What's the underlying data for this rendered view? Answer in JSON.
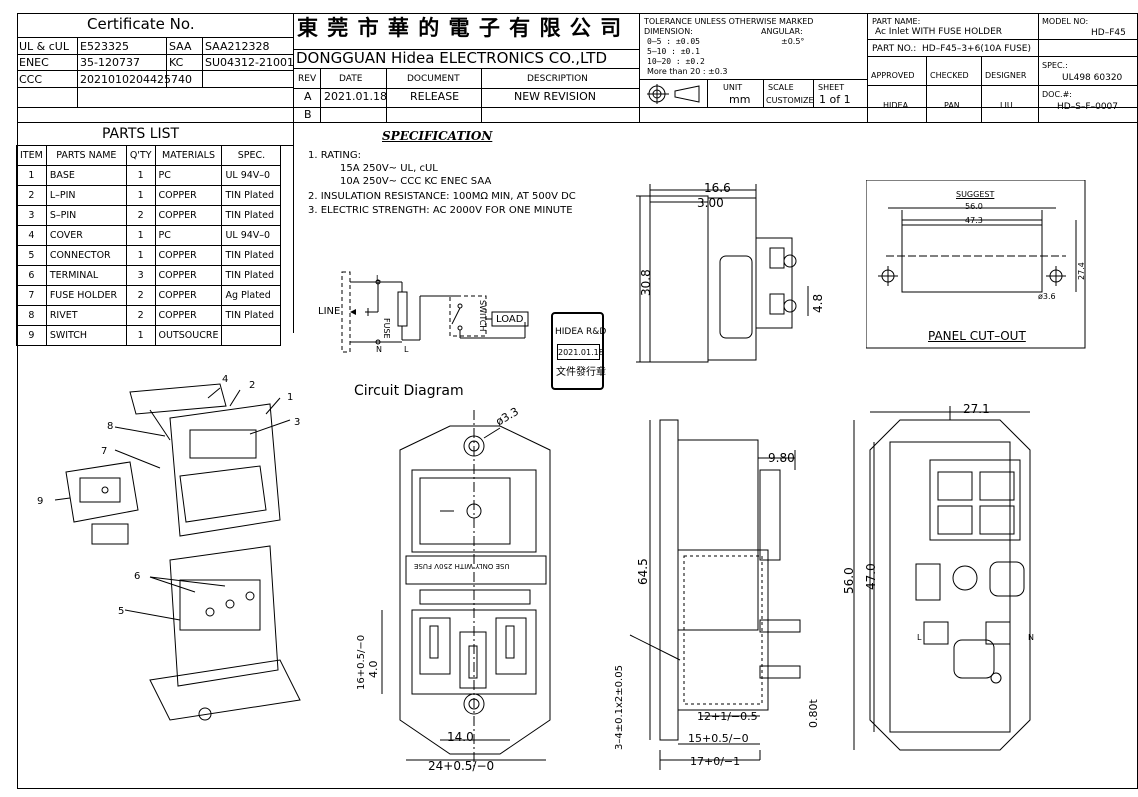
{
  "cert": {
    "title": "Certificate No.",
    "rows": [
      [
        "UL & cUL",
        "E523325",
        "SAA",
        "SAA212328"
      ],
      [
        "ENEC",
        "35-120737",
        "KC",
        "SU04312-21001"
      ],
      [
        "CCC",
        "2021010204425740",
        "",
        ""
      ]
    ]
  },
  "company": {
    "cn": "東 莞 市 華 的 電 子 有 限 公 司",
    "en": "DONGGUAN Hidea ELECTRONICS CO.,LTD"
  },
  "revision": {
    "headers": [
      "REV",
      "DATE",
      "DOCUMENT",
      "DESCRIPTION"
    ],
    "rows": [
      [
        "A",
        "2021.01.18",
        "RELEASE",
        "NEW REVISION"
      ],
      [
        "B",
        "",
        "",
        ""
      ]
    ]
  },
  "tolerance": {
    "line1": "TOLERANCE UNLESS OTHERWISE MARKED",
    "dimension": "DIMENSION:",
    "angular": "ANGULAR:",
    "r1": "0–5   : ±0.05",
    "ang": "±0.5°",
    "r2": "5–10  : ±0.1",
    "r3": "10–20 : ±0.2",
    "r4": "More than 20 : ±0.3"
  },
  "unit": {
    "label": "UNIT",
    "value": "mm"
  },
  "scale": {
    "label": "SCALE",
    "value": "CUSTOMIZE"
  },
  "sheet": {
    "label": "SHEET",
    "value": "1 of 1"
  },
  "part": {
    "name_label": "PART NAME:",
    "name": "Ac Inlet WITH FUSE HOLDER",
    "no_label": "PART NO.:",
    "no": "HD–F45–3+6(10A FUSE)"
  },
  "model": {
    "label": "MODEL NO:",
    "value": "HD–F45"
  },
  "approval": {
    "headers": [
      "APPROVED",
      "CHECKED",
      "DESIGNER"
    ],
    "values": [
      "HIDEA",
      "PAN",
      "LIU"
    ]
  },
  "spec": {
    "label": "SPEC.:",
    "value": "UL498 60320"
  },
  "doc": {
    "label": "DOC.#:",
    "value": "HD–S–F–0007"
  },
  "parts": {
    "title": "PARTS LIST",
    "headers": [
      "ITEM",
      "PARTS NAME",
      "Q'TY",
      "MATERIALS",
      "SPEC."
    ],
    "rows": [
      [
        "1",
        "BASE",
        "1",
        "PC",
        "UL 94V–0"
      ],
      [
        "2",
        "L–PIN",
        "1",
        "COPPER",
        "TIN Plated"
      ],
      [
        "3",
        "S–PIN",
        "2",
        "COPPER",
        "TIN Plated"
      ],
      [
        "4",
        "COVER",
        "1",
        "PC",
        "UL 94V–0"
      ],
      [
        "5",
        "CONNECTOR",
        "1",
        "COPPER",
        "TIN Plated"
      ],
      [
        "6",
        "TERMINAL",
        "3",
        "COPPER",
        "TIN Plated"
      ],
      [
        "7",
        "FUSE HOLDER",
        "2",
        "COPPER",
        "Ag Plated"
      ],
      [
        "8",
        "RIVET",
        "2",
        "COPPER",
        "TIN Plated"
      ],
      [
        "9",
        "SWITCH",
        "1",
        "OUTSOUCRE",
        ""
      ]
    ]
  },
  "specification": {
    "title": "SPECIFICATION",
    "l1": "1. RATING:",
    "l2": "15A 250V~ UL, cUL",
    "l3": "10A 250V~ CCC KC ENEC SAA",
    "l4": "2. INSULATION RESISTANCE: 100MΩ MIN, AT 500V DC",
    "l5": "3. ELECTRIC STRENGTH: AC 2000V FOR ONE MINUTE"
  },
  "circuit": {
    "caption": "Circuit Diagram",
    "line": "LINE",
    "L": "L",
    "N": "N",
    "L2": "L",
    "fuse": "FUSE",
    "switch": "SWITCH",
    "load": "LOAD"
  },
  "stamp": {
    "l1": "HIDEA R&D",
    "l2": "2021.01.18",
    "l3": "文件發行章"
  },
  "dims": {
    "d166": "16.6",
    "d300": "3.00",
    "d308": "30.8",
    "d48": "4.8",
    "suggest": "SUGGEST",
    "d560": "56.0",
    "d473": "47.3",
    "d274": "27.4",
    "d36": "ø3.6",
    "panel": "PANEL CUT–OUT",
    "d33": "ø3.3",
    "fuseText": "USE ONLY WITH 250V FUSE",
    "d16": "16+0.5/−0",
    "d40": "4.0",
    "d140": "14.0",
    "d24": "24+0.5/−0",
    "d980": "9.80",
    "d645": "64.5",
    "d34": "3–4±0.1x2±0.05",
    "d12": "12+1/−0.5",
    "d15": "15+0.5/−0",
    "d17": "17+0/−1",
    "d080": "0.80t",
    "d271": "27.1",
    "d560b": "56.0",
    "d470": "47.0",
    "tN": "N",
    "tL": "L"
  },
  "callouts": [
    "1",
    "2",
    "3",
    "4",
    "5",
    "6",
    "7",
    "8",
    "9"
  ]
}
